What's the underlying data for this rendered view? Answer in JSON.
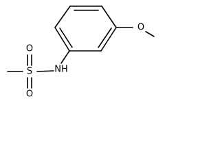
{
  "molecule": {
    "atoms": {
      "oxygen_methoxy": "O",
      "nitrogen_amine": "NH",
      "sulfur": "S",
      "oxygen_sulfonyl_top": "O",
      "oxygen_sulfonyl_bottom": "O"
    }
  }
}
